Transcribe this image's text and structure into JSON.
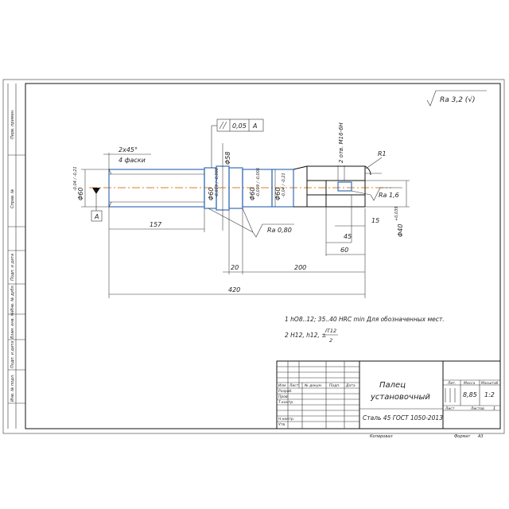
{
  "roughness_general": "Ra 3,2 (√)",
  "roughness_local": "Ra 0,80",
  "roughness_bore": "Ra 1,6",
  "chamfer_top": "2x45°",
  "chamfer_bottom": "4 фаски",
  "datum_letter": "A",
  "tolerance_frame": {
    "value": "0,05",
    "datum": "A"
  },
  "dims": {
    "d_left": "Φ60",
    "d_left_tol": "-0,04 / -0,21",
    "d_shoulder": "Φ58",
    "d_mid1": "Φ60",
    "d_mid1_tol": "-0,019 / -0,006",
    "d_mid2": "Φ60",
    "d_mid2_tol": "-0,019 / -0,006",
    "d_right": "Φ60",
    "d_right_tol": "-0,04 / -0,21",
    "d_bore": "Φ40",
    "d_bore_tol": "+0,039",
    "thread": "2 отв. М16-6Н",
    "radius": "R1",
    "len_157": "157",
    "len_20": "20",
    "len_200": "200",
    "len_420": "420",
    "len_45": "45",
    "len_60": "60",
    "len_15": "15"
  },
  "notes": {
    "line1": "1 hО8..12; 35..40 HRC min Для обозначенных мест.",
    "line2_prefix": "2 H12, h12, ±",
    "line2_frac_top": "IT12",
    "line2_frac_bottom": "2"
  },
  "side_stamps": [
    "Перв. примен.",
    "Справ. №",
    "Подп. и дата",
    "Инв. № дубл.",
    "Взам. инв. №",
    "Подп. и дата",
    "Инв. № подл."
  ],
  "title_block": {
    "part_name_1": "Палец",
    "part_name_2": "установочный",
    "material": "Сталь 45 ГОСТ 1050-2013",
    "col_lit": "Лит.",
    "col_mass": "Масса",
    "col_scale": "Масштаб",
    "mass_value": "8,85",
    "scale_value": "1:2",
    "sheet_label": "Лист",
    "sheets_label": "Листов",
    "sheets_value": "1",
    "header_cells": [
      "Изм",
      "Лист",
      "№ докум.",
      "Подп.",
      "Дата"
    ],
    "role_rows": [
      "Разраб.",
      "Пров.",
      "Т.контр.",
      "",
      "Н.контр.",
      "Утв."
    ],
    "copied": "Копировал",
    "format_label": "Формат",
    "format_value": "А3"
  }
}
